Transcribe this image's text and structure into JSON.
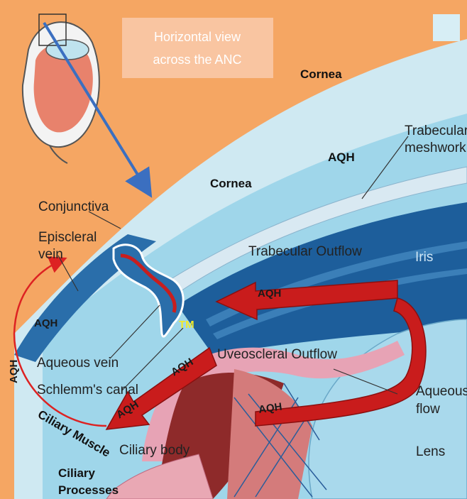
{
  "box": {
    "line1": "Horizontal view",
    "line2": "across the ANC"
  },
  "labels": {
    "cornea_top": "Cornea",
    "cornea_mid": "Cornea",
    "aqh_top": "AQH",
    "trabecular_1": "Trabecular",
    "trabecular_2": "meshwork",
    "conjunctiva": "Conjunctiva",
    "episcleral_1": "Episcleral",
    "episcleral_2": "vein",
    "trabecular_outflow": "Trabecular Outflow",
    "iris": "Iris",
    "aqh_left": "AQH",
    "tm": "TM",
    "aqh_vertical": "AQH",
    "aqueous_vein": "Aqueous vein",
    "uveoscleral_outflow": "Uveoscleral Outflow",
    "schlemms_canal": "Schlemm's canal",
    "ciliary_muscle": "Ciliary Muscle",
    "aqueous_flow_1": "Aqueous",
    "aqueous_flow_2": "flow",
    "ciliary_body": "Ciliary body",
    "lens": "Lens",
    "ciliary_processes_1": "Ciliary",
    "ciliary_processes_2": "Processes"
  },
  "arrows": {
    "aqh_upper": "AQH",
    "aqh_mid": "AQH",
    "aqh_lower_left": "AQH",
    "aqh_lower_right": "AQH"
  },
  "colors": {
    "background_orange": "#f5a663",
    "cornea_light": "#c6e6f0",
    "aqueous_blue": "#8ed0e6",
    "dark_blue": "#1c5f9c",
    "arrow_red": "#cc1a1a",
    "box_fill": "#f9c6a4",
    "tm_yellow": "#f2ea2a",
    "pointer_blue": "#3b6fc0"
  }
}
